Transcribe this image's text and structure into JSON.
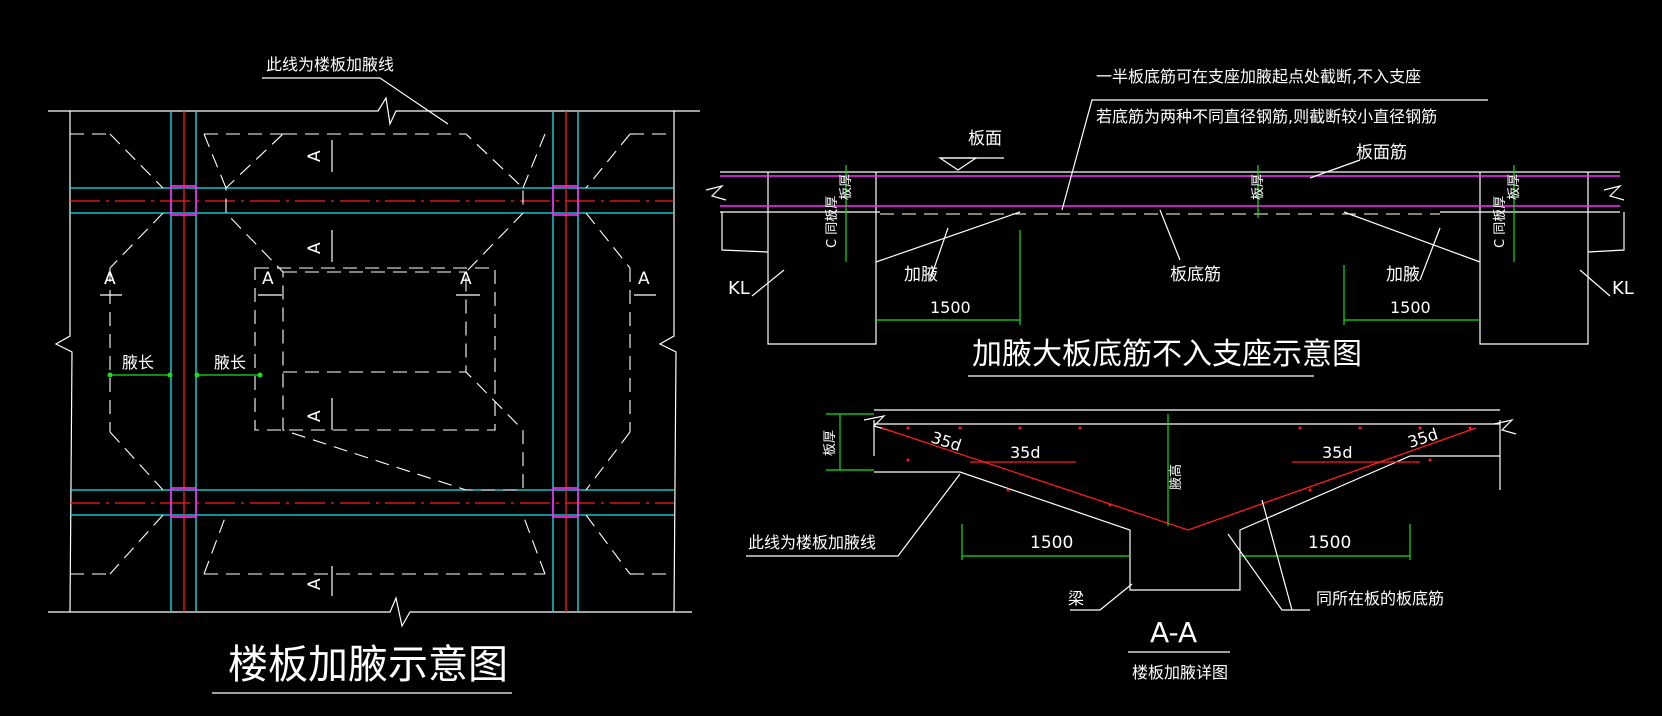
{
  "left_plan": {
    "title": "楼板加腋示意图",
    "callout": "此线为楼板加腋线",
    "section_marks": [
      "A",
      "A",
      "A",
      "A",
      "A",
      "A",
      "A",
      "A"
    ],
    "dim_labels": [
      "腋长",
      "腋长"
    ]
  },
  "top_section": {
    "title": "加腋大板底筋不入支座示意图",
    "note_line1": "一半板底筋可在支座加腋起点处截断,不入支座",
    "note_line2": "若底筋为两种不同直径钢筋,则截断较小直径钢筋",
    "label_slab_face": "板面",
    "label_top_rebar": "板面筋",
    "label_bottom_rebar": "板底筋",
    "label_haunch_left": "加腋",
    "label_haunch_right": "加腋",
    "label_thickness_left": "板厚",
    "label_thickness_mid": "板厚",
    "label_thickness_right": "板厚",
    "label_haunch_thk_left": "C\n同板厚",
    "label_haunch_thk_right": "C\n同板厚",
    "label_kl_left": "KL",
    "label_kl_right": "KL",
    "dim_left": "1500",
    "dim_right": "1500"
  },
  "aa_section": {
    "title": "A-A",
    "subtitle": "楼板加腋详图",
    "callout_haunch_line": "此线为楼板加腋线",
    "callout_beam": "梁",
    "callout_rebar": "同所在板的板底筋",
    "label_thickness": "板厚",
    "label_height": "腋高",
    "lap_left_diag": "35d",
    "lap_left_horiz": "35d",
    "lap_right_horiz": "35d",
    "lap_right_diag": "35d",
    "dim_left": "1500",
    "dim_right": "1500"
  },
  "colors": {
    "background": "#000000",
    "lines": "#ffffff",
    "axis_cyan": "#17e6ee",
    "axis_red": "#ff1c1c",
    "column_magenta": "#ff2cff",
    "dimension_green": "#19e019"
  }
}
